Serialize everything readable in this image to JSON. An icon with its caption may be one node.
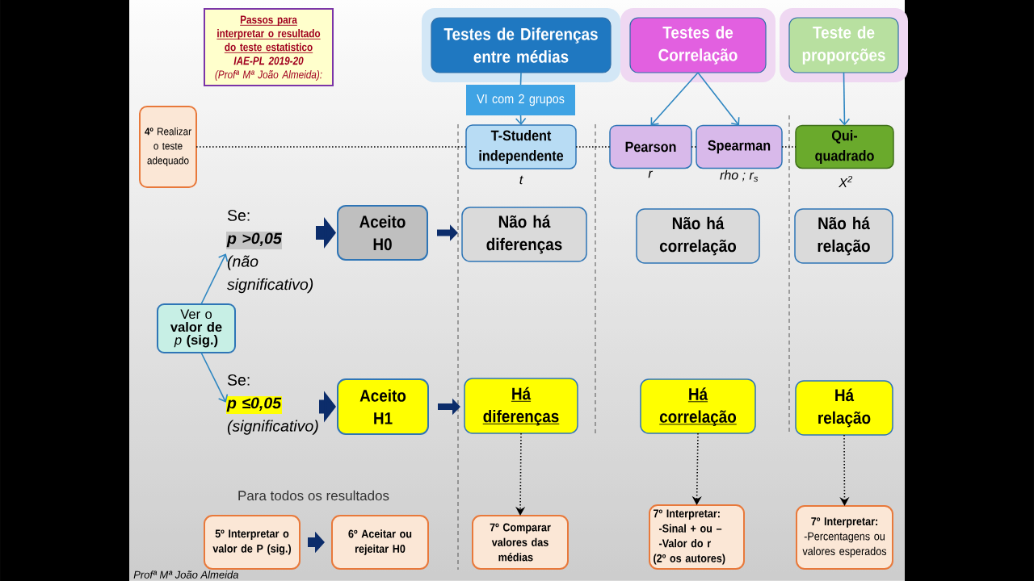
{
  "diagram": {
    "nodes": [
      {
        "text": [
          "Passos para interpretar o resultado do teste estatistico",
          "IAE-PL 2019-20",
          "(Profª Mª João Almeida):"
        ]
      },
      {
        "text": [
          "Testes de Diferenças entre médias"
        ]
      },
      {
        "text": [
          "Testes de Correlação"
        ]
      },
      {
        "text": [
          "Teste de proporções"
        ]
      },
      {
        "text": [
          "VI com 2 grupos"
        ]
      },
      {
        "text": [
          "**4º** Realizar o teste adequado"
        ]
      },
      {
        "text": [
          "T-Student independente"
        ],
        "beside": [
          "t"
        ]
      },
      {
        "text": [
          "Pearson"
        ],
        "beside": [
          "r"
        ]
      },
      {
        "text": [
          "Spearman"
        ],
        "beside": [
          "rho ; r$_{s}$"
        ]
      },
      {
        "text": [
          "Qui- quadrado"
        ],
        "beside": [
          "X$^{2}$"
        ]
      },
      {
        "text": [
          "Se:",
          "p >0,05",
          "(não significativo)"
        ]
      },
      {
        "text": [
          "Aceito H0"
        ]
      },
      {
        "text": [
          "Não há diferenças"
        ]
      },
      {
        "text": [
          "Não há correlação"
        ]
      },
      {
        "text": [
          "Não há relação"
        ]
      },
      {
        "text": [
          "Ver o **valor de** *p* **(sig.)**"
        ]
      },
      {
        "text": [
          "Se:",
          "p ≤0,05",
          "(significativo)"
        ]
      },
      {
        "text": [
          "Aceito H1"
        ]
      },
      {
        "text": [
          "Há diferenças"
        ]
      },
      {
        "text": [
          "Há correlação"
        ]
      },
      {
        "text": [
          "Há relação"
        ]
      },
      {
        "text": [
          "5º Interpretar o valor de P (sig.)"
        ]
      },
      {
        "text": [
          "6º Aceitar ou rejeitar H0"
        ]
      },
      {
        "text": [
          "7º Comparar valores das médias"
        ]
      },
      {
        "text": [
          "7º Interpretar:",
          "-Sinal + ou –",
          "-Valor do r",
          "(2º os autores)"
        ]
      },
      {
        "text": [
          "7º Interpretar:",
          "-Percentagens ou valores esperados"
        ]
      }
    ],
    "edges": [
      {
        "from": 1,
        "to": 4,
        "arrow": "none"
      },
      {
        "from": 4,
        "to": 6,
        "arrow": "to"
      },
      {
        "from": 2,
        "to": 7,
        "arrow": "to"
      },
      {
        "from": 2,
        "to": 8,
        "arrow": "to"
      },
      {
        "from": 3,
        "to": 9,
        "arrow": "to"
      },
      {
        "from": 5,
        "to": 6,
        "arrow": "none",
        "style": "dashed",
        "color": "#000000"
      },
      {
        "from": 6,
        "to": 7,
        "arrow": "none",
        "style": "dashed",
        "color": "#000000"
      },
      {
        "from": 7,
        "to": 8,
        "arrow": "none",
        "style": "dashed",
        "color": "#000000"
      },
      {
        "from": 8,
        "to": 9,
        "arrow": "none",
        "style": "dashed",
        "color": "#000000"
      },
      {
        "from": 15,
        "to": 10,
        "arrow": "to"
      },
      {
        "from": 15,
        "to": 16,
        "arrow": "to"
      },
      {
        "from": 10,
        "to": 11,
        "arrow": "to",
        "style": "thick",
        "color": "#0c2d6b"
      },
      {
        "from": 16,
        "to": 17,
        "arrow": "to",
        "style": "thick",
        "color": "#0c2d6b"
      },
      {
        "from": 11,
        "to": 12,
        "arrow": "to",
        "style": "thick",
        "color": "#0c2d6b"
      },
      {
        "from": 17,
        "to": 18,
        "arrow": "to",
        "style": "thick",
        "color": "#0c2d6b"
      },
      {
        "from": 18,
        "to": 23,
        "arrow": "to",
        "style": "dashed",
        "color": "#000000"
      },
      {
        "from": 19,
        "to": 24,
        "arrow": "to",
        "style": "dashed",
        "color": "#000000"
      },
      {
        "from": 20,
        "to": 25,
        "arrow": "to",
        "style": "dashed",
        "color": "#000000"
      },
      {
        "from": 21,
        "to": 22,
        "arrow": "to",
        "style": "thick",
        "color": "#0c2d6b"
      }
    ],
    "labels": [
      "Para todos os resultados",
      "Profª Mª João Almeida"
    ]
  }
}
